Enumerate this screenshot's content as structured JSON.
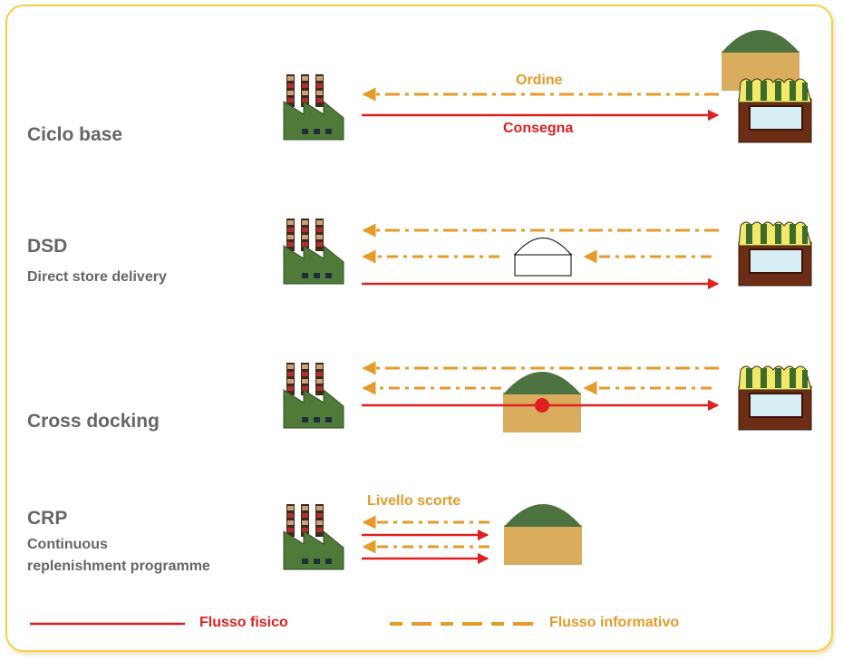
{
  "rows": [
    {
      "title": "Ciclo base",
      "subtitle": ""
    },
    {
      "title": "DSD",
      "subtitle": "Direct store delivery"
    },
    {
      "title": "Cross docking",
      "subtitle": ""
    },
    {
      "title": "CRP",
      "subtitle_lines": [
        "Continuous",
        "replenishment programme"
      ]
    }
  ],
  "flow_labels": {
    "ordine": "Ordine",
    "consegna": "Consegna",
    "livello_scorte": "Livello scorte"
  },
  "legend": {
    "physical": "Flusso fisico",
    "informative": "Flusso informativo"
  },
  "colors": {
    "physical": "#e02020",
    "informative": "#e59a2a",
    "label_gray": "#666666",
    "frame": "#f6cf4a"
  }
}
